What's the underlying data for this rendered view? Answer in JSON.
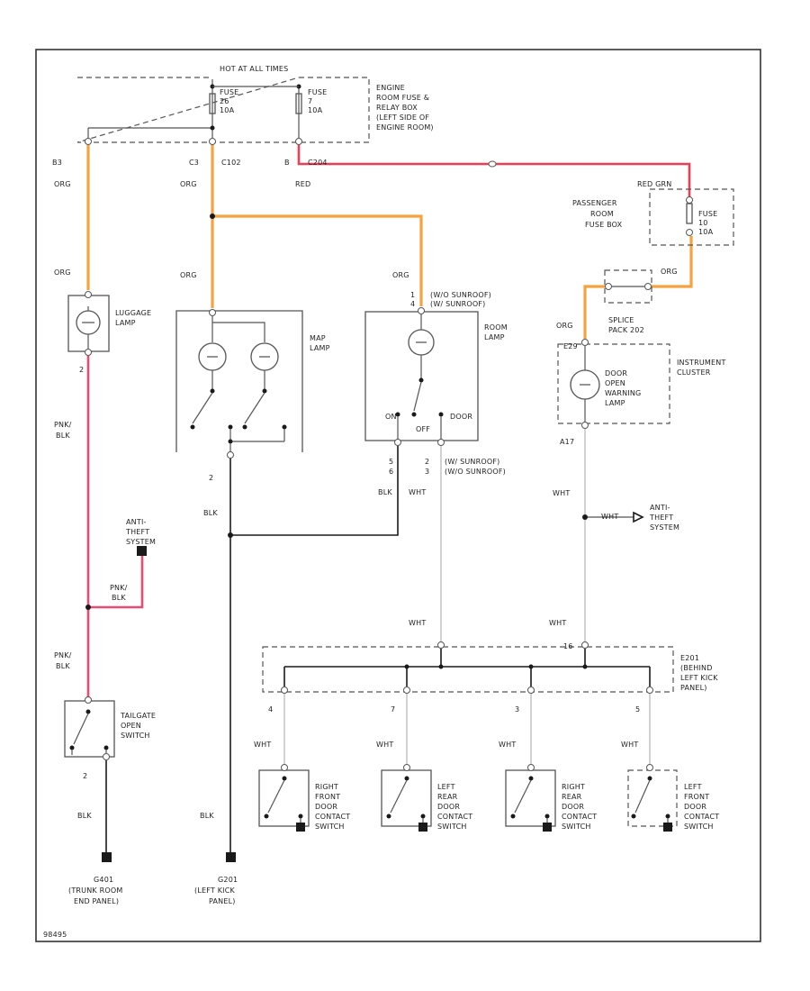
{
  "labels": {
    "hot_at_all_times": "HOT AT ALL TIMES",
    "fuse1_name": "FUSE",
    "fuse1_num": "26",
    "fuse1_amp": "10A",
    "fuse2_name": "FUSE",
    "fuse2_num": "7",
    "fuse2_amp": "10A",
    "engine_box_1": "ENGINE",
    "engine_box_2": "ROOM FUSE &",
    "engine_box_3": "RELAY BOX",
    "engine_box_4": "(LEFT SIDE OF",
    "engine_box_5": "ENGINE ROOM)",
    "pin_b3": "B3",
    "pin_c3": "C3",
    "pin_c102": "C102",
    "pin_b": "B",
    "pin_c204": "C204",
    "wire_org_1": "ORG",
    "wire_org_2": "ORG",
    "wire_red": "RED",
    "red_grn": "RED GRN",
    "pass_box_1": "PASSENGER",
    "pass_box_2": "ROOM",
    "pass_box_3": "FUSE BOX",
    "pass_fuse_name": "FUSE",
    "pass_fuse_num": "10",
    "pass_fuse_amp": "10A",
    "wire_org_3": "ORG",
    "wire_org_4": "ORG",
    "wire_org_5": "ORG",
    "wire_org_6": "ORG",
    "wire_org_7": "ORG",
    "luggage_1": "LUGGAGE",
    "luggage_2": "LAMP",
    "map_1": "MAP",
    "map_2": "LAMP",
    "room_1": "ROOM",
    "room_2": "LAMP",
    "room_pin_note_1": "(W/O SUNROOF)",
    "room_pin_note_2": "(W/ SUNROOF)",
    "room_pin_1": "1",
    "room_pin_2": "4",
    "splice_1": "SPLICE",
    "splice_2": "PACK 202",
    "pin_e29": "E29",
    "ic_1": "INSTRUMENT",
    "ic_2": "CLUSTER",
    "warn_1": "DOOR",
    "warn_2": "OPEN",
    "warn_3": "WARNING",
    "warn_4": "LAMP",
    "switch_on": "ON",
    "switch_off": "OFF",
    "switch_door": "DOOR",
    "pin_lug_2": "2",
    "wire_pnk_blk_1_a": "PNK/",
    "wire_pnk_blk_1_b": "BLK",
    "anti_theft_1_a": "ANTI-",
    "anti_theft_1_b": "THEFT",
    "anti_theft_1_c": "SYSTEM",
    "wire_pnk_blk_2_a": "PNK/",
    "wire_pnk_blk_2_b": "BLK",
    "wire_pnk_blk_3_a": "PNK/",
    "wire_pnk_blk_3_b": "BLK",
    "pin_map_2": "2",
    "wire_blk_map": "BLK",
    "room_bot_pin_a1": "5",
    "room_bot_pin_a2": "6",
    "room_bot_pin_b1": "2",
    "room_bot_pin_b2": "3",
    "room_bot_note_1": "(W/ SUNROOF)",
    "room_bot_note_2": "(W/O SUNROOF)",
    "wire_blk_room": "BLK",
    "wire_wht_room": "WHT",
    "pin_a17": "A17",
    "wire_wht_ic": "WHT",
    "wire_wht_anti": "WHT",
    "anti_theft_2_a": "ANTI-",
    "anti_theft_2_b": "THEFT",
    "anti_theft_2_c": "SYSTEM",
    "wire_wht_5": "WHT",
    "wire_wht_6": "WHT",
    "pin_16": "16",
    "e201_1": "E201",
    "e201_2": "(BEHIND",
    "e201_3": "LEFT KICK",
    "e201_4": "PANEL)",
    "pin_e_4": "4",
    "pin_e_7": "7",
    "pin_e_3": "3",
    "pin_e_5": "5",
    "wire_wht_sw1": "WHT",
    "wire_wht_sw2": "WHT",
    "wire_wht_sw3": "WHT",
    "wire_wht_sw4": "WHT",
    "tailgate_1": "TAILGATE",
    "tailgate_2": "OPEN",
    "tailgate_3": "SWITCH",
    "pin_tg_2": "2",
    "wire_blk_tg": "BLK",
    "wire_blk_g2": "BLK",
    "rf_1": "RIGHT",
    "rf_2": "FRONT",
    "rf_3": "DOOR",
    "rf_4": "CONTACT",
    "rf_5": "SWITCH",
    "lr_1": "LEFT",
    "lr_2": "REAR",
    "lr_3": "DOOR",
    "lr_4": "CONTACT",
    "lr_5": "SWITCH",
    "rr_1": "RIGHT",
    "rr_2": "REAR",
    "rr_3": "DOOR",
    "rr_4": "CONTACT",
    "rr_5": "SWITCH",
    "lf_1": "LEFT",
    "lf_2": "FRONT",
    "lf_3": "DOOR",
    "lf_4": "CONTACT",
    "lf_5": "SWITCH",
    "g401_1": "G401",
    "g401_2": "(TRUNK ROOM",
    "g401_3": "END PANEL)",
    "g201_1": "G201",
    "g201_2": "(LEFT KICK",
    "g201_3": "PANEL)",
    "footer_id": "98495"
  },
  "colors": {
    "org_wire": "#f4a340",
    "red_wire": "#ee3d55",
    "pnk_wire": "#ea4a74",
    "wht_wire": "#bfbfbf"
  }
}
